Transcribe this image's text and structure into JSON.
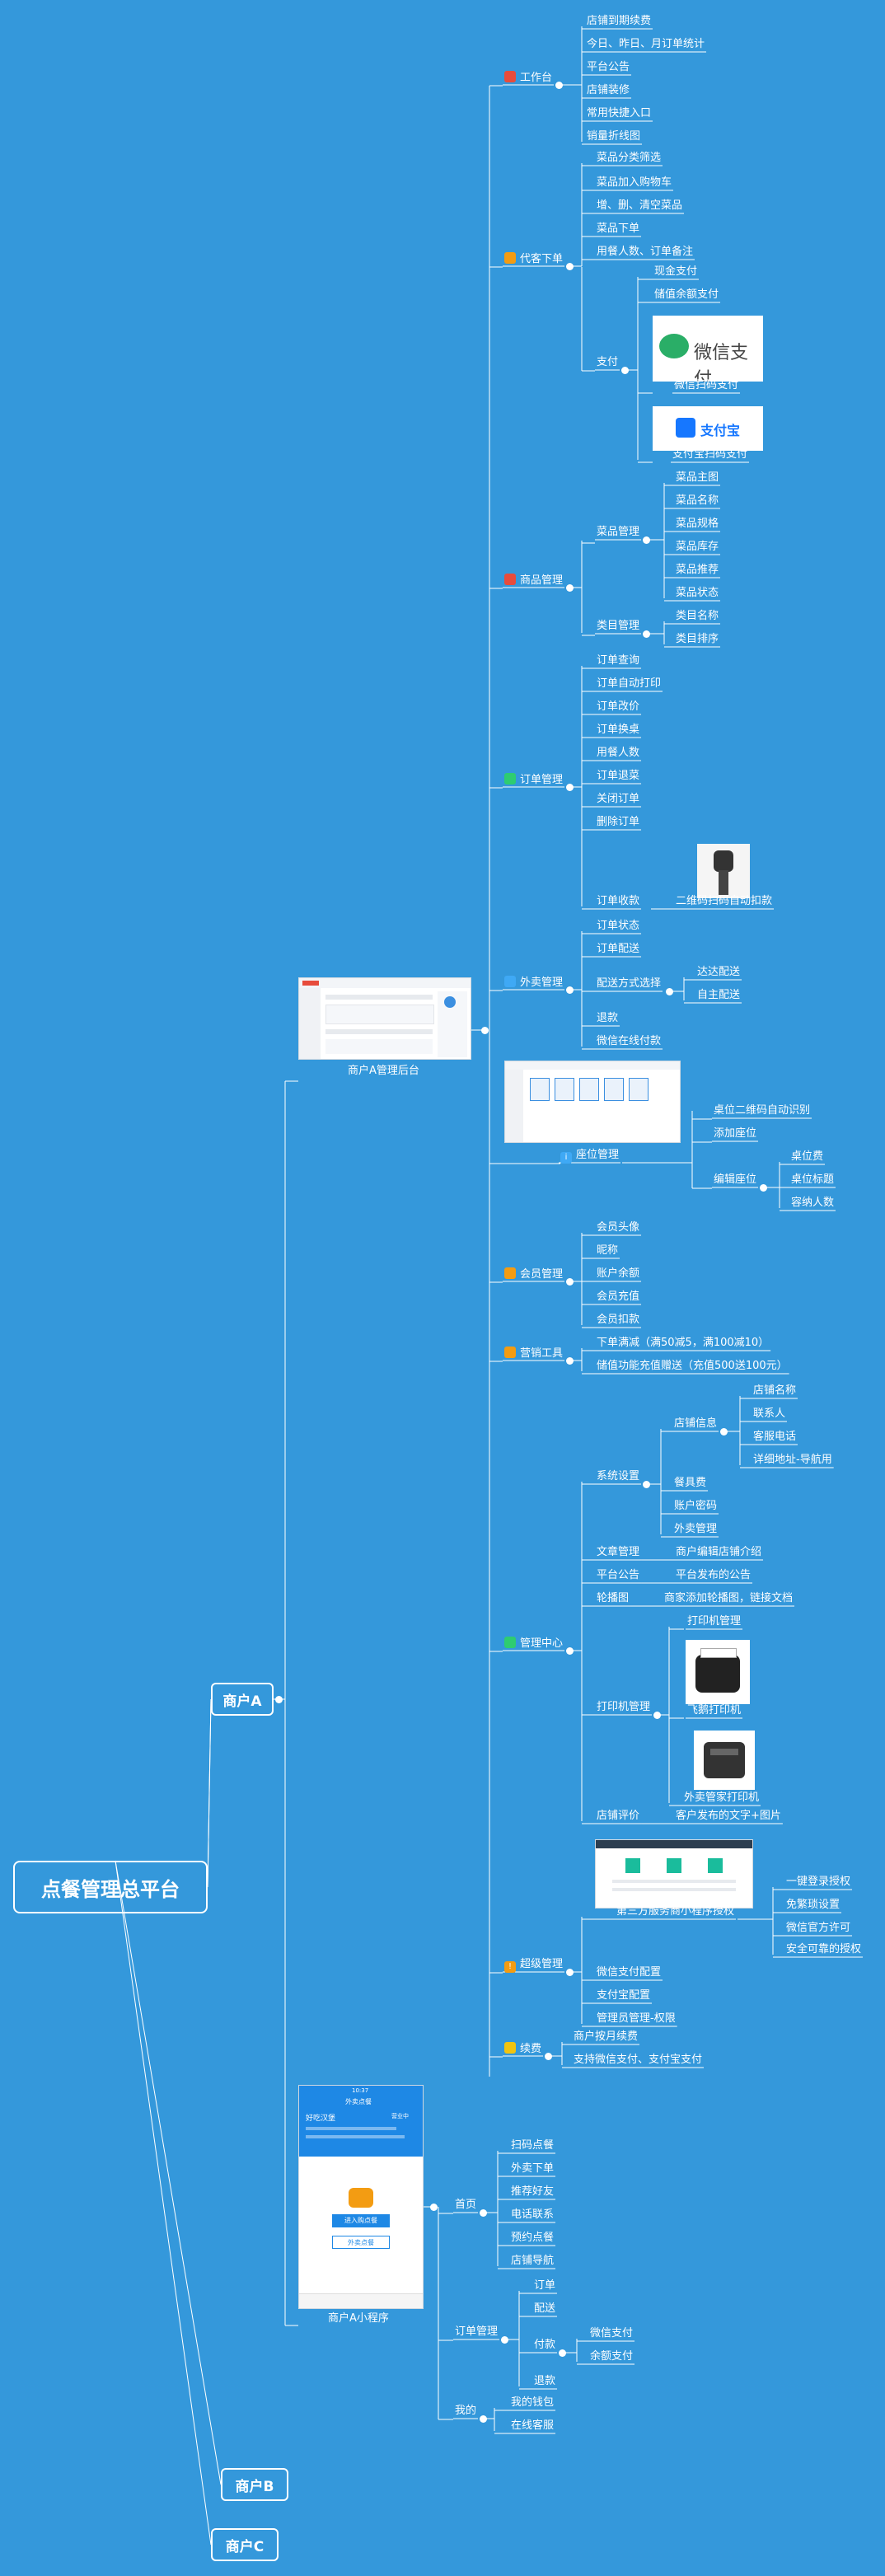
{
  "root": "点餐管理总平台",
  "merchants": [
    "商户A",
    "商户B",
    "商户C"
  ],
  "admin_label": "商户A管理后台",
  "mini_label": "商户A小程序",
  "sections": {
    "workbench": "工作台",
    "workbench_items": [
      "店铺到期续费",
      "今日、昨日、月订单统计",
      "平台公告",
      "店铺装修",
      "常用快捷入口",
      "销量折线图"
    ],
    "order_for": "代客下单",
    "order_for_items": [
      "菜品分类筛选",
      "菜品加入购物车",
      "增、删、清空菜品",
      "菜品下单",
      "用餐人数、订单备注"
    ],
    "pay": "支付",
    "pay_items": [
      "现金支付",
      "储值余额支付",
      "微信扫码支付",
      "支付宝扫码支付"
    ],
    "wechat_pay_logo": "微信支付",
    "alipay_logo": "支付宝",
    "goods": "商品管理",
    "dish_mgmt": "菜品管理",
    "dish_items": [
      "菜品主图",
      "菜品名称",
      "菜品规格",
      "菜品库存",
      "菜品推荐",
      "菜品状态"
    ],
    "cat_mgmt": "类目管理",
    "cat_items": [
      "类目名称",
      "类目排序"
    ],
    "orders": "订单管理",
    "order_items": [
      "订单查询",
      "订单自动打印",
      "订单改价",
      "订单换桌",
      "用餐人数",
      "订单退菜",
      "关闭订单",
      "删除订单",
      "订单收款"
    ],
    "scan_pay": "二维码扫码自动扣款",
    "takeout": "外卖管理",
    "takeout_items": [
      "订单状态",
      "订单配送",
      "配送方式选择",
      "退款",
      "微信在线付款"
    ],
    "delivery_items": [
      "达达配送",
      "自主配送"
    ],
    "seat": "座位管理",
    "seat_items": [
      "桌位二维码自动识别",
      "添加座位",
      "编辑座位"
    ],
    "seat_edit_items": [
      "桌位费",
      "桌位标题",
      "容纳人数"
    ],
    "member": "会员管理",
    "member_items": [
      "会员头像",
      "昵称",
      "账户余额",
      "会员充值",
      "会员扣款"
    ],
    "marketing": "营销工具",
    "marketing_items": [
      "下单满减（满50减5，满100减10）",
      "储值功能充值赠送（充值500送100元）"
    ],
    "center": "管理中心",
    "sys_settings": "系统设置",
    "sys_items": [
      "店铺信息",
      "餐具费",
      "账户密码",
      "外卖管理"
    ],
    "shop_info_items": [
      "店铺名称",
      "联系人",
      "客服电话",
      "详细地址-导航用"
    ],
    "article": "文章管理",
    "article_desc": "商户编辑店铺介绍",
    "notice": "平台公告",
    "notice_desc": "平台发布的公告",
    "carousel": "轮播图",
    "carousel_desc": "商家添加轮播图，链接文档",
    "printer": "打印机管理",
    "printer_items": [
      "打印机管理",
      "飞鹅打印机",
      "外卖管家打印机"
    ],
    "review": "店铺评价",
    "review_desc": "客户发布的文字+图片",
    "super": "超级管理",
    "super_items": [
      "第三方服务商小程序授权",
      "微信支付配置",
      "支付宝配置",
      "管理员管理-权限"
    ],
    "auth_items": [
      "一键登录授权",
      "免繁琐设置",
      "微信官方许可",
      "安全可靠的授权"
    ],
    "renew": "续费",
    "renew_items": [
      "商户按月续费",
      "支持微信支付、支付宝支付"
    ],
    "home": "首页",
    "home_items": [
      "扫码点餐",
      "外卖下单",
      "推荐好友",
      "电话联系",
      "预约点餐",
      "店铺导航"
    ],
    "mini_orders": "订单管理",
    "mini_order_items": [
      "订单",
      "配送",
      "付款",
      "退款"
    ],
    "mini_pay_items": [
      "微信支付",
      "余额支付"
    ],
    "mine": "我的",
    "mine_items": [
      "我的钱包",
      "在线客服"
    ]
  },
  "phone": {
    "time": "10:37",
    "title": "外卖点餐",
    "shop": "好吃汉堡",
    "status": "营业中",
    "btn1": "进入购点餐",
    "btn2": "外卖点餐"
  }
}
